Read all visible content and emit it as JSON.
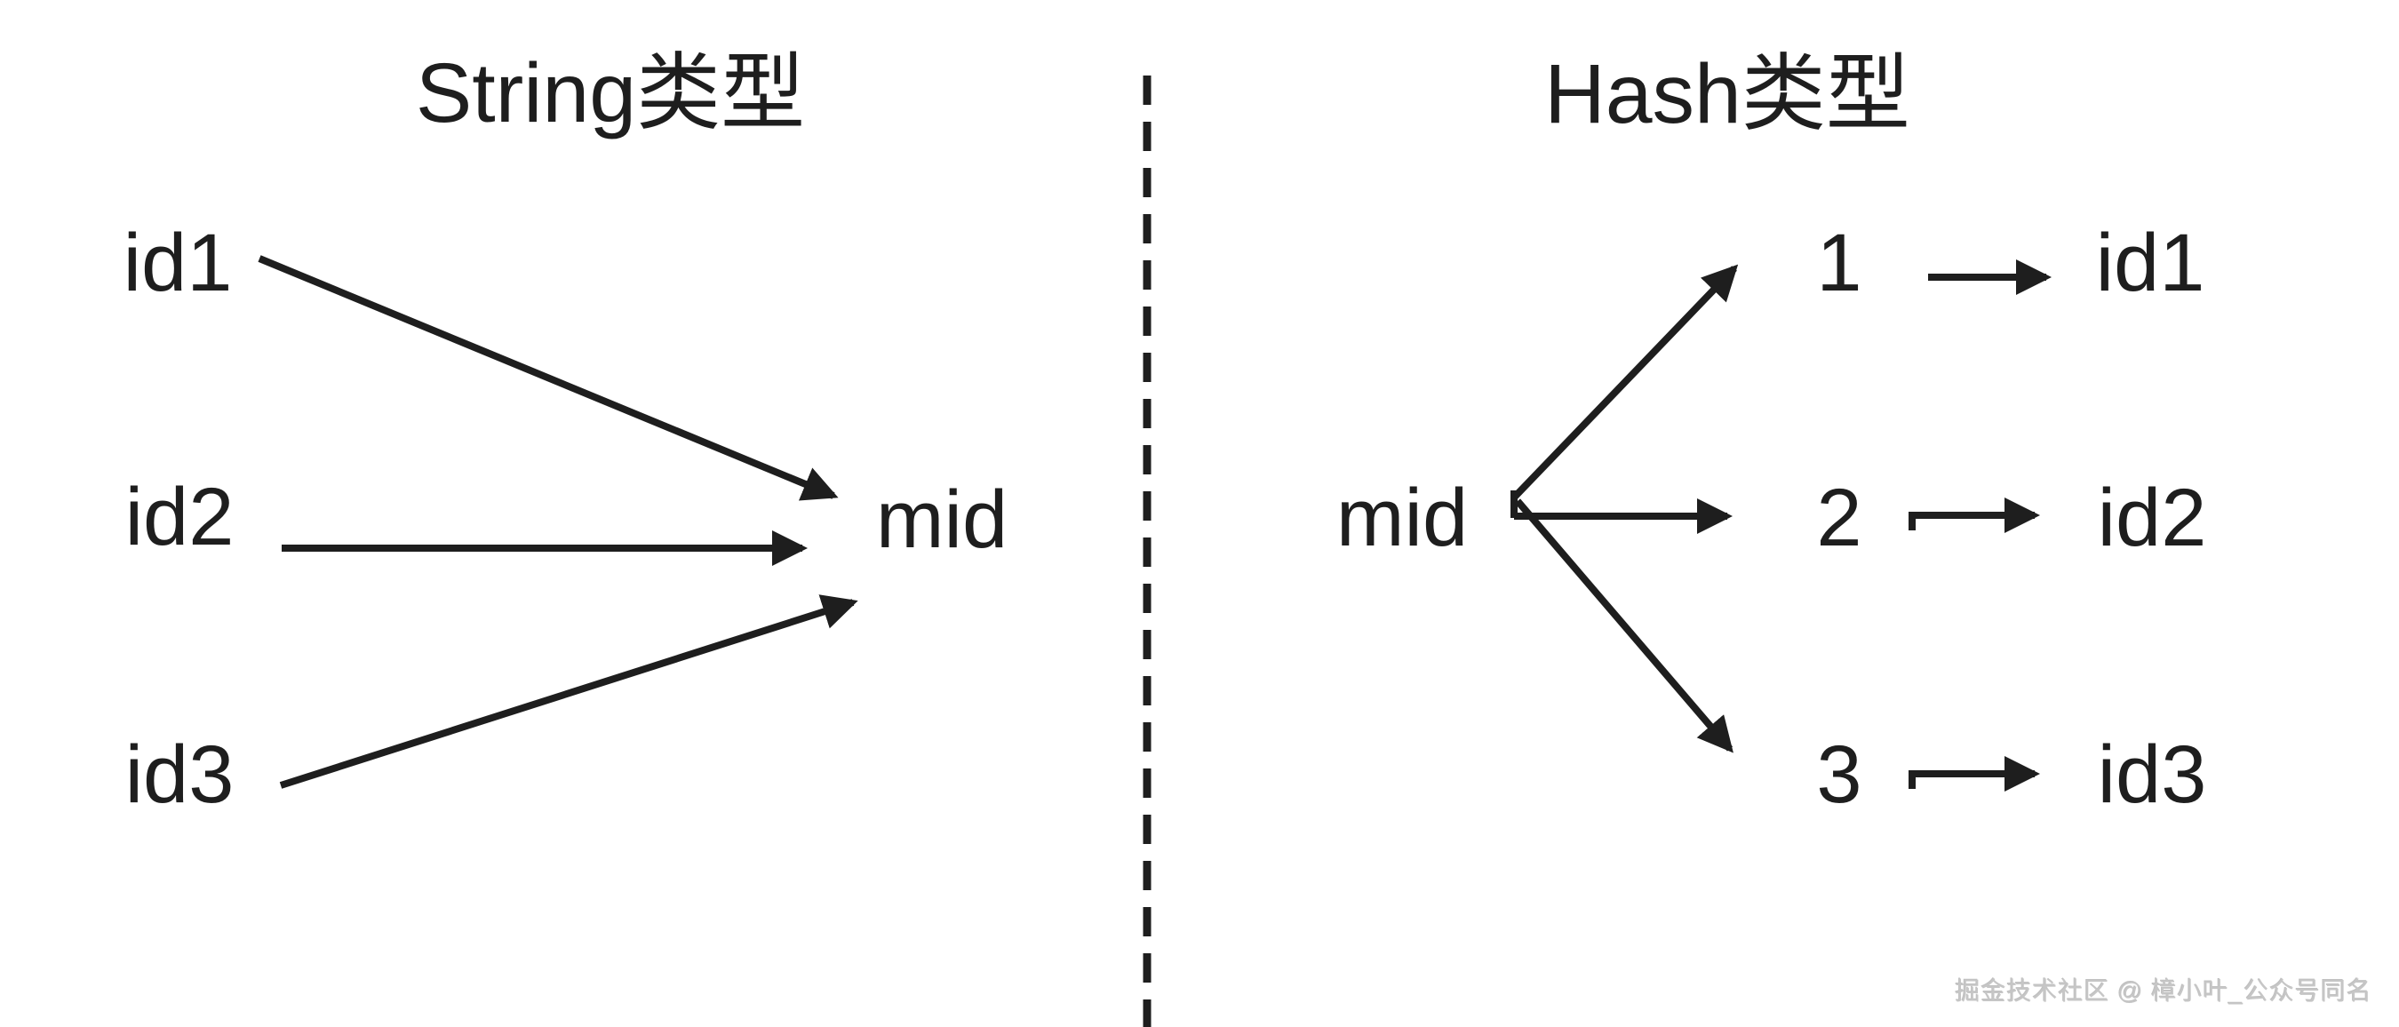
{
  "left_panel": {
    "title": "String类型",
    "source_labels": [
      "id1",
      "id2",
      "id3"
    ],
    "target_label": "mid"
  },
  "right_panel": {
    "title": "Hash类型",
    "source_label": "mid",
    "field_labels": [
      "1",
      "2",
      "3"
    ],
    "value_labels": [
      "id1",
      "id2",
      "id3"
    ]
  },
  "watermark": "掘金技术社区 @ 樟小叶_公众号同名",
  "colors": {
    "ink": "#1e1e1e",
    "background": "#ffffff",
    "watermark_gray": "#c6c6c6"
  }
}
